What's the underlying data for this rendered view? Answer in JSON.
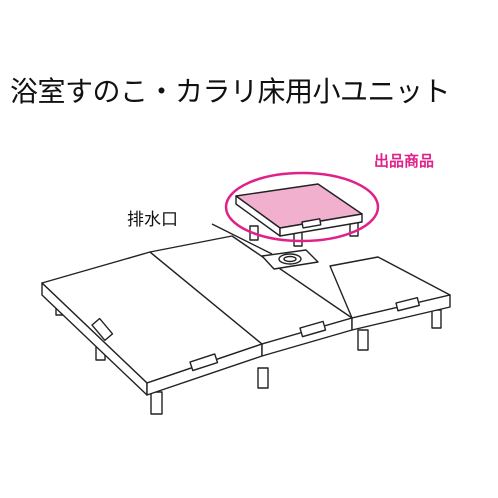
{
  "title": "浴室すのこ・カラリ床用小ユニット",
  "product_label": "出品商品",
  "drain_label": "排水口",
  "colors": {
    "accent": "#e0218a",
    "highlight_fill": "#f2b0cf",
    "line": "#222222",
    "panel_fill": "#ffffff"
  }
}
